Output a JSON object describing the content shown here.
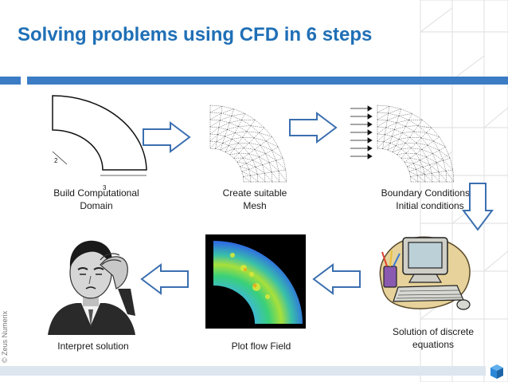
{
  "title": "Solving problems using CFD in 6 steps",
  "copyright": "© Zeus Numerix",
  "domain_labels": {
    "radius_small": "2",
    "radius_large": "3"
  },
  "steps": [
    {
      "label": "Build Computational Domain"
    },
    {
      "label": "Create suitable Mesh"
    },
    {
      "label": "Boundary Conditions & Initial conditions"
    },
    {
      "label": "Solution of discrete equations"
    },
    {
      "label": "Plot flow Field"
    },
    {
      "label": "Interpret solution"
    }
  ],
  "colors": {
    "title": "#1f6fb6",
    "title_bar": "#3b7cc4",
    "arrow_outline": "#3b6fb0",
    "footer_bar": "#dde5ef",
    "logo": "#2b88d8"
  },
  "icons": [
    "right-arrow-icon",
    "down-arrow-icon",
    "left-arrow-icon",
    "computer-icon",
    "person-headache-icon",
    "logo-cube-icon"
  ]
}
